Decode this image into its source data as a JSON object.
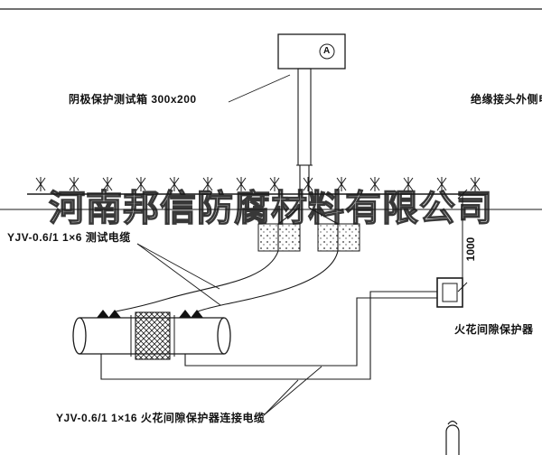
{
  "watermark": {
    "text": "河南邦信防腐材料有限公司"
  },
  "labels": {
    "test_box": "阴极保护测试箱 300x200",
    "outer_cable": "绝缘接头外侧电缆",
    "test_cable": "YJV-0.6/1 1×6  测试电缆",
    "dimension": "1000",
    "protector": "火花间隙保护器",
    "connection_cable": "YJV-0.6/1 1×16  火花间隙保护器连接电缆",
    "ammeter": "A"
  },
  "colors": {
    "line": "#1a1a1a",
    "background": "#ffffff"
  }
}
